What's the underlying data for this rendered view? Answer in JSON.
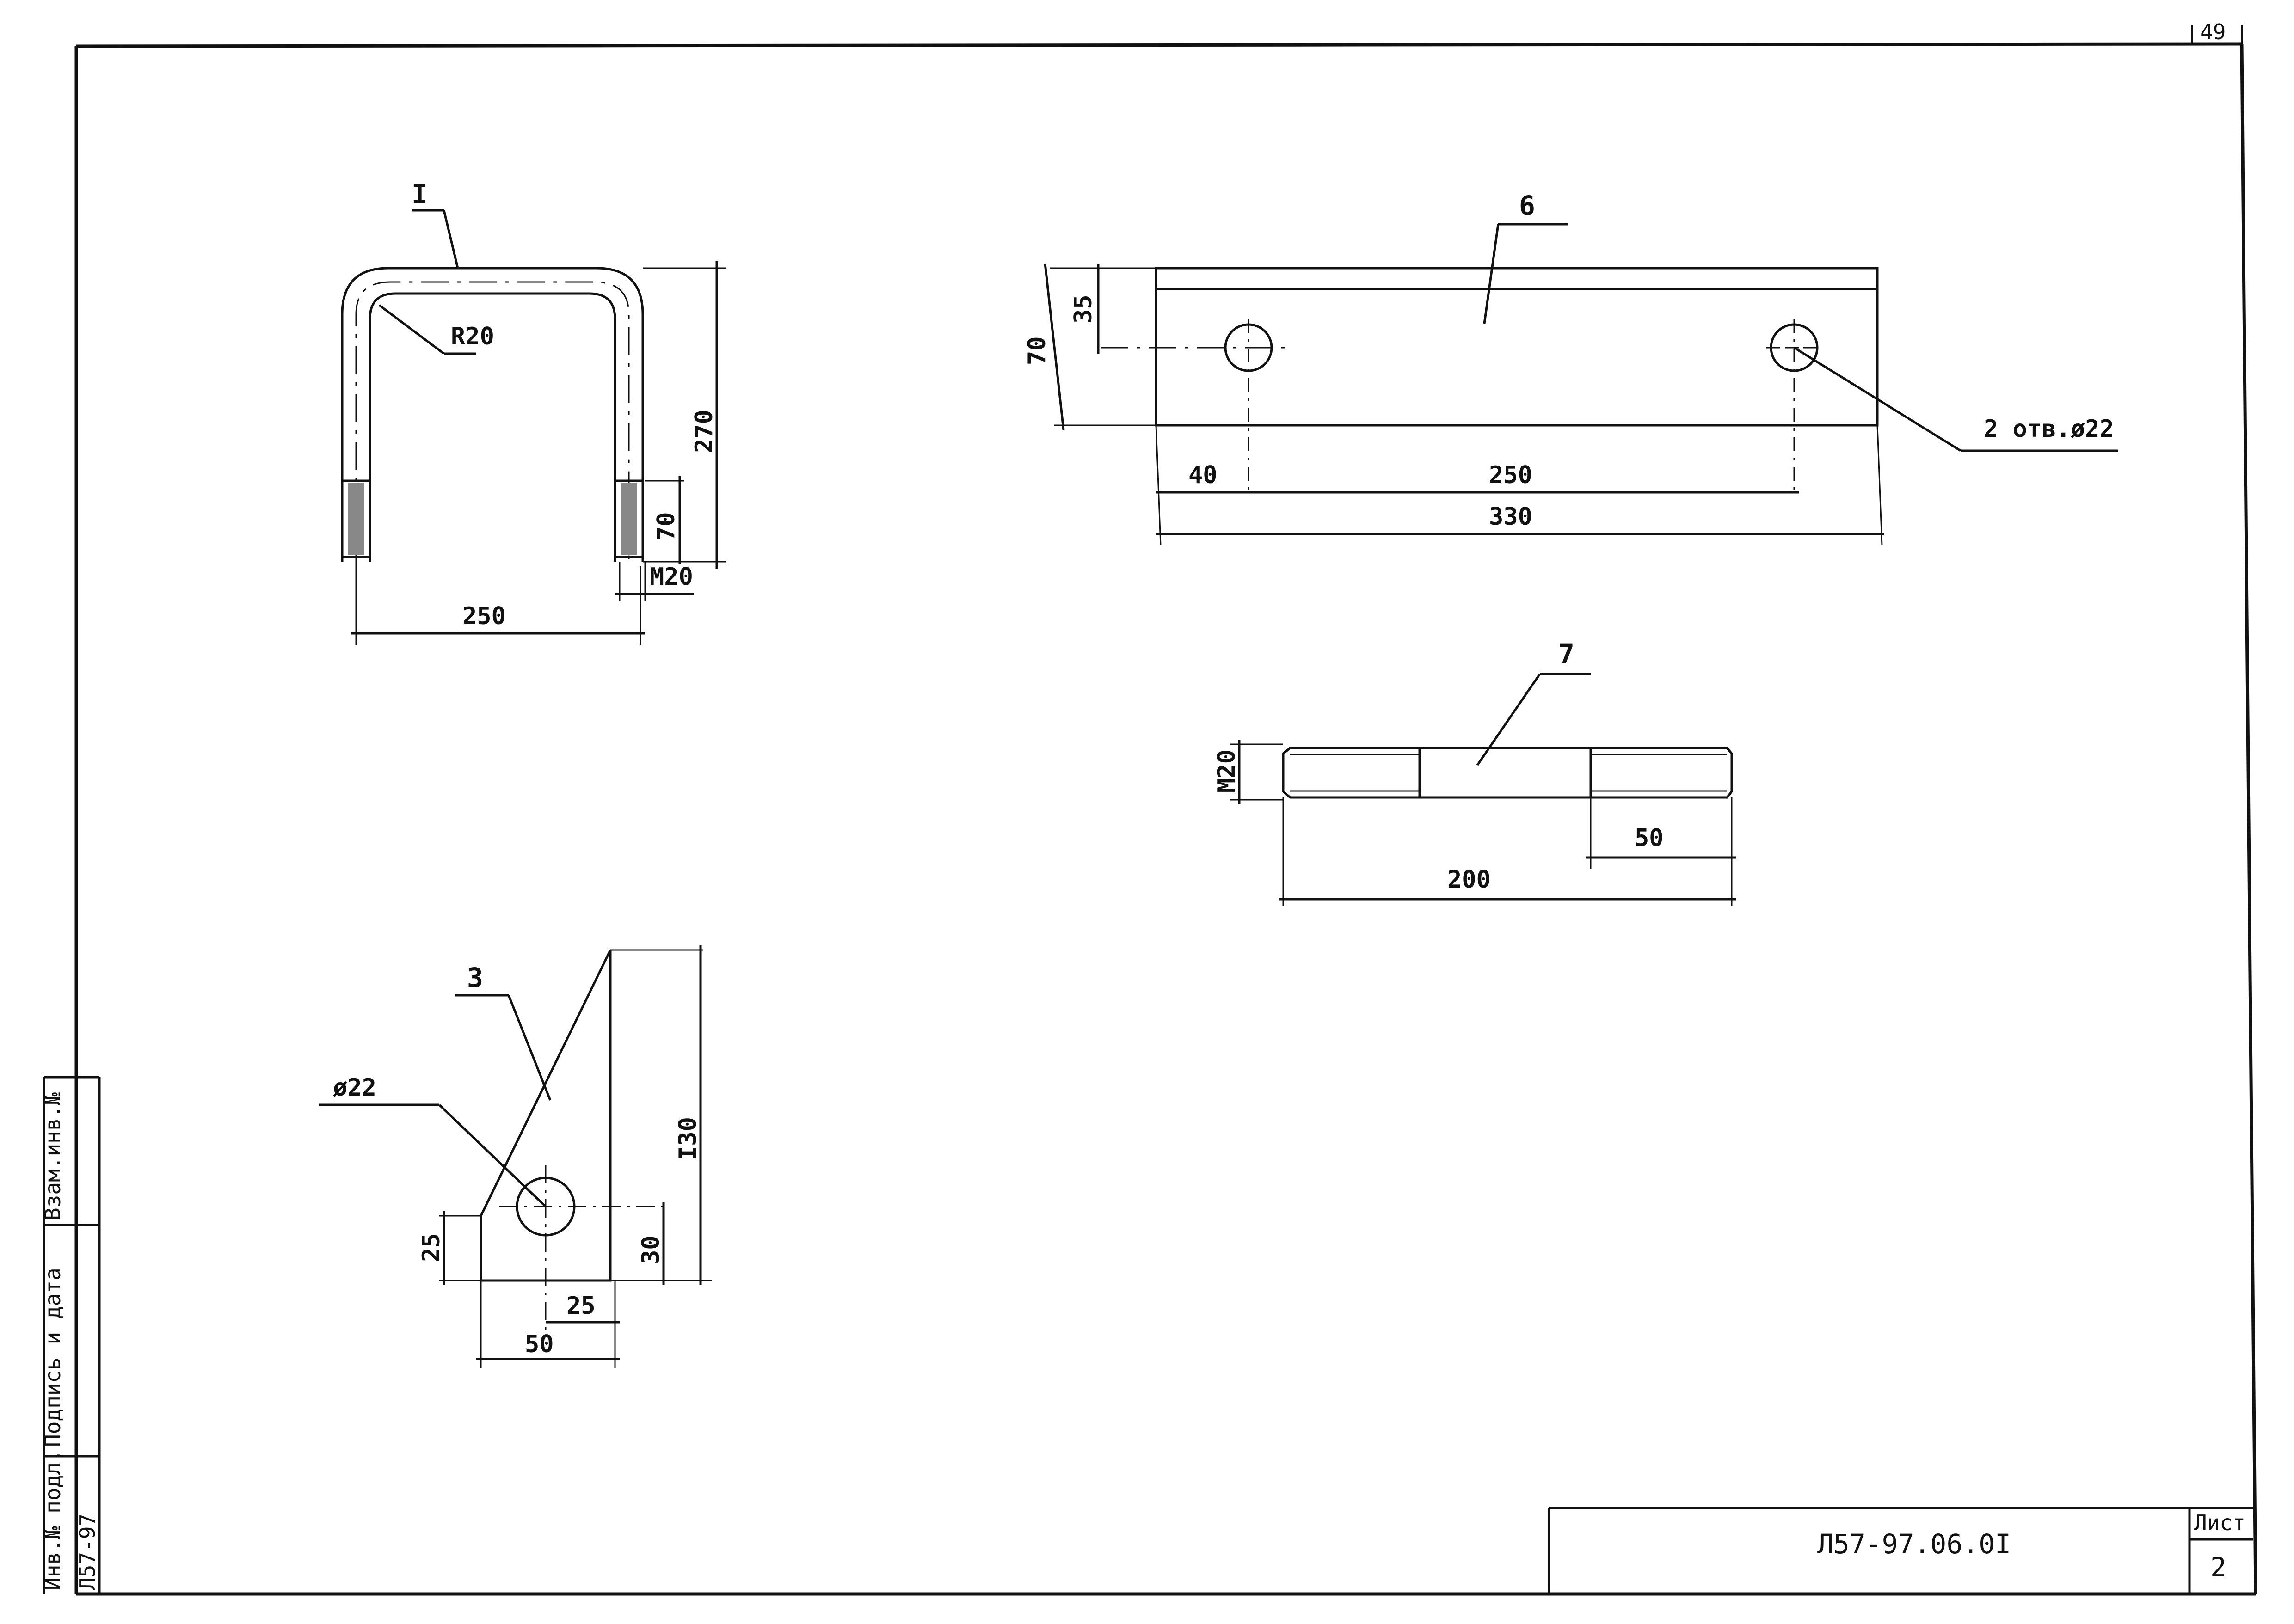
{
  "page_number": "49",
  "parts": {
    "u_bolt": {
      "callout": "I",
      "radius": "R20",
      "height": "270",
      "thread_length": "70",
      "thread_dia": "M20",
      "width": "250"
    },
    "plate": {
      "callout": "6",
      "height": "70",
      "hole_offset_v": "35",
      "holes_note": "2 отв.ø22",
      "hole_offset_h": "40",
      "hole_spacing": "250",
      "length": "330"
    },
    "stud": {
      "callout": "7",
      "thread_dia": "M20",
      "thread_length": "50",
      "length": "200"
    },
    "gusset": {
      "callout": "3",
      "hole": "ø22",
      "height": "I30",
      "hole_height_left": "25",
      "hole_height_right": "30",
      "hole_offset": "25",
      "width": "50"
    }
  },
  "stamp": {
    "inv_podl": "Инв.№ подл.",
    "podpis_data": "Подпись и дата",
    "vzam_inv": "Взам.инв.№",
    "ref": "Л57-97"
  },
  "title_block": {
    "code": "Л57-97.06.0I",
    "sheet_label": "Лист",
    "sheet_number": "2"
  }
}
